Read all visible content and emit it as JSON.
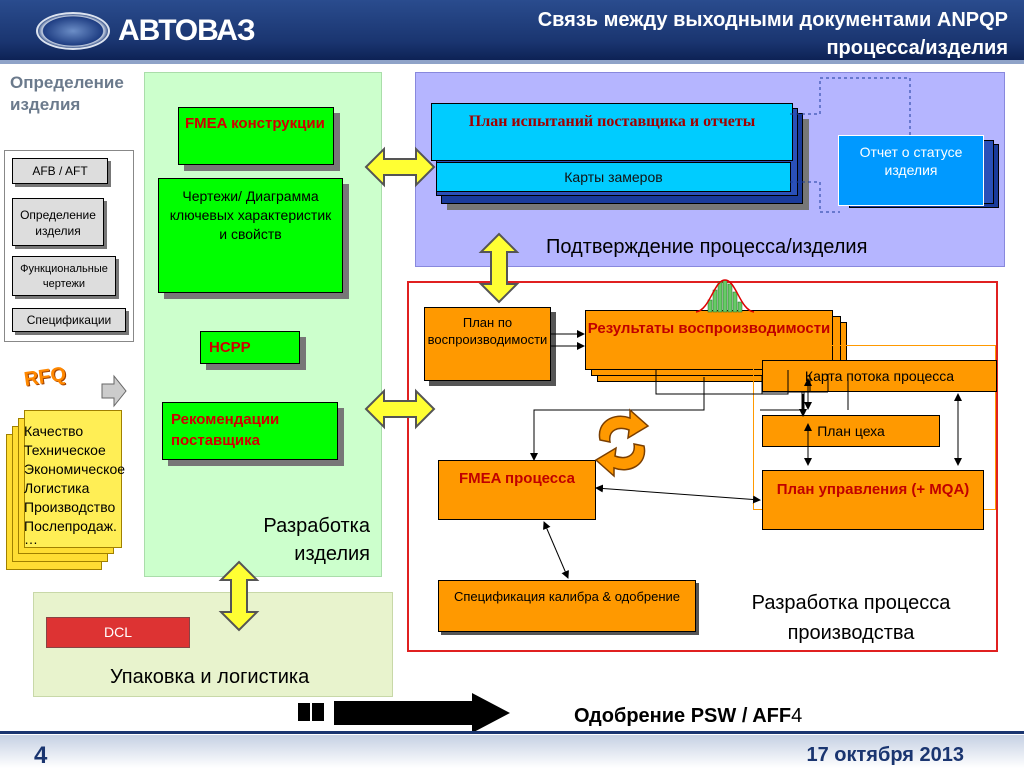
{
  "header": {
    "logo_text": "АВТОВАЗ",
    "title_line1": "Связь между выходными документами  ANPQP",
    "title_line2": "процесса/изделия"
  },
  "left": {
    "heading": "Определение изделия",
    "list": [
      "AFB / AFT",
      "Определение изделия",
      "Функциональные чертежи",
      "Спецификации"
    ],
    "rfq": "RFQ",
    "rfq_items": [
      "Качество",
      "Техническое",
      "Экономическое",
      "Логистика",
      "Производство",
      "Послепродаж.",
      "…"
    ]
  },
  "green": {
    "fmea": "FMEA конструкции",
    "drawings": "Чертежи/ Диаграмма ключевых характеристик и свойств",
    "hcpp": "HCPP",
    "recs": "Рекомендации поставщика",
    "label": "Разработка изделия"
  },
  "purple": {
    "plan_tests": "План испытаний поставщика и отчеты",
    "maps": "Карты замеров",
    "status": "Отчет о статусе изделия",
    "label": "Подтверждение  процесса/изделия"
  },
  "red": {
    "plan_repro": "План по воспроизводимости",
    "results": "Результаты воспроизводимости",
    "flow": "Карта потока процесса",
    "shop": "План цеха",
    "control": "План управления (+ MQA)",
    "fmea": "FMEA процесса",
    "gauge": "Спецификация калибра & одобрение",
    "label": "Разработка процесса производства"
  },
  "pack": {
    "dcl": "DCL",
    "label": "Упаковка и логистика"
  },
  "bottom": {
    "approval": "Одобрение PSW / AFF",
    "approval_num": "4"
  },
  "footer": {
    "page": "4",
    "date": "17 октября 2013"
  }
}
